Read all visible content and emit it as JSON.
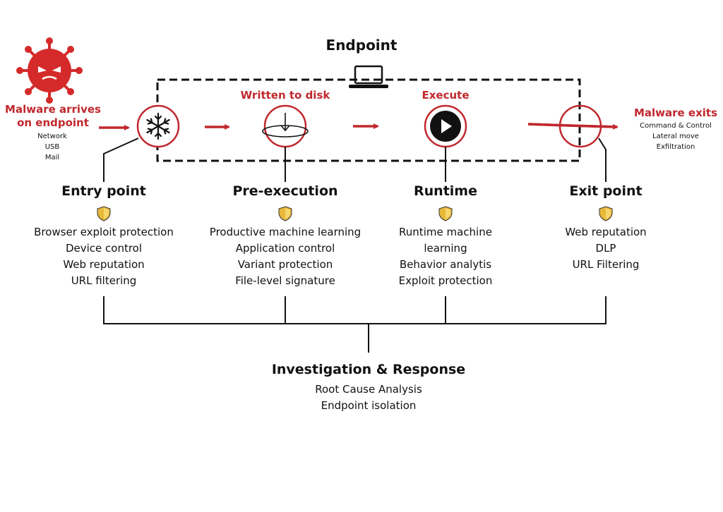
{
  "title": "Endpoint",
  "colors": {
    "accent_red": "#c0282d",
    "shield_gold": "#e8b83a",
    "line": "#111111"
  },
  "entry": {
    "title": "Malware arrives on endpoint",
    "items": [
      "Network",
      "USB",
      "Mail"
    ]
  },
  "stage_labels": {
    "written": "Written to disk",
    "execute": "Execute"
  },
  "exit": {
    "title": "Malware exits",
    "items": [
      "Command & Control",
      "Lateral move",
      "Exfiltration"
    ]
  },
  "stages": [
    {
      "title": "Entry point",
      "icon": "snowflake-icon",
      "items": [
        "Browser exploit protection",
        "Device control",
        "Web reputation",
        "URL filtering"
      ]
    },
    {
      "title": "Pre-execution",
      "icon": "disk-write-icon",
      "items": [
        "Productive machine learning",
        "Application control",
        "Variant protection",
        "File-level signature"
      ]
    },
    {
      "title": "Runtime",
      "icon": "play-icon",
      "items": [
        "Runtime machine learning",
        "Behavior analytis",
        "Exploit protection"
      ]
    },
    {
      "title": "Exit point",
      "icon": "exit-circle-icon",
      "items": [
        "Web reputation",
        "DLP",
        "URL Filtering"
      ]
    }
  ],
  "bottom": {
    "title": "Investigation & Response",
    "items": [
      "Root Cause Analysis",
      "Endpoint isolation"
    ]
  }
}
